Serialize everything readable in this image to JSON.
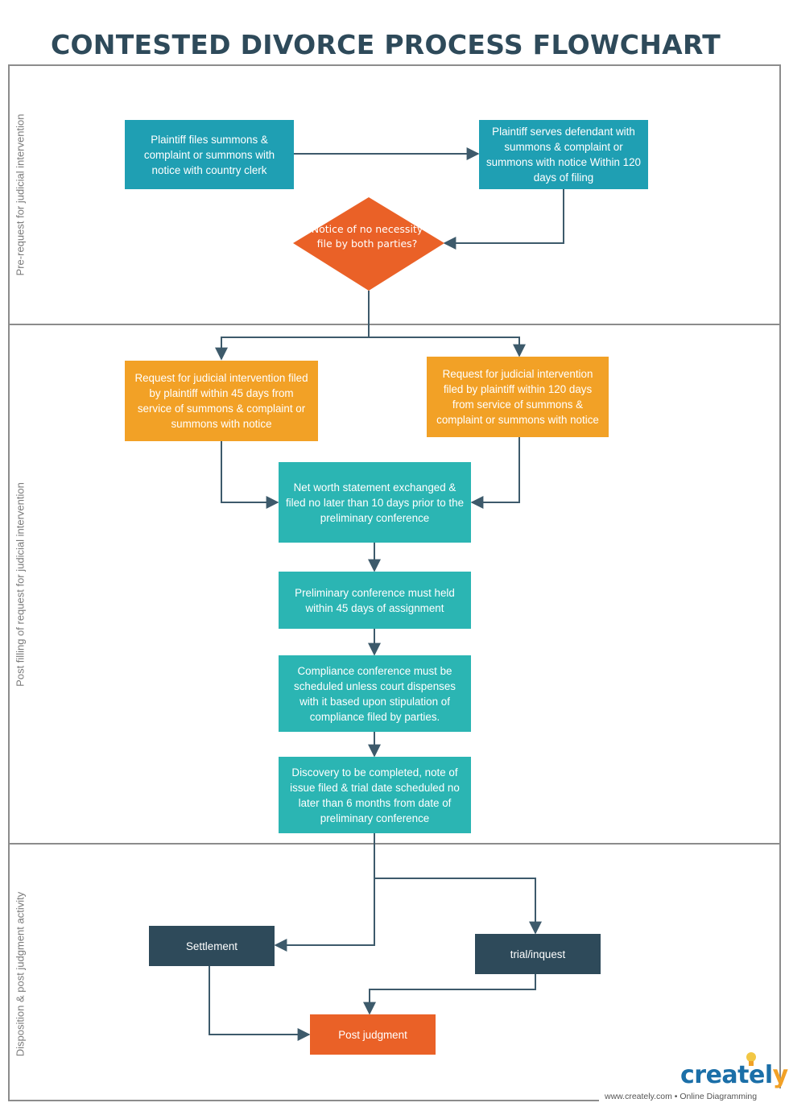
{
  "title": "CONTESTED DIVORCE PROCESS FLOWCHART",
  "lanes": [
    "Pre-request for judicial intervention",
    "Post filling of request for judicial intervention",
    "Disposition & post judgment activity"
  ],
  "nodes": {
    "plaintiff_files": "Plaintiff files summons & complaint or summons with notice with country clerk",
    "plaintiff_serves": "Plaintiff serves defendant with summons & complaint or summons with notice Within 120 days of filing",
    "decision_notice": "Notice of no necessity file  by both parties?",
    "rji_45": "Request for judicial intervention filed by plaintiff within 45 days from service of summons & complaint or summons with notice",
    "rji_120": "Request for judicial intervention filed by plaintiff within 120 days from service of summons & complaint or summons with notice",
    "net_worth": "Net worth statement exchanged & filed no later than 10 days prior to the preliminary conference",
    "preliminary": "Preliminary conference must held within 45 days of assignment",
    "compliance": "Compliance conference must be scheduled unless court dispenses with it based upon stipulation of compliance filed by parties.",
    "discovery": "Discovery to be completed, note of issue filed & trial date scheduled no later than 6 months from date of preliminary conference",
    "settlement": "Settlement",
    "trial": "trial/inquest",
    "post_judgment": "Post judgment"
  },
  "branding": {
    "logo_main": "createl",
    "logo_accent": "y",
    "footer": "www.creately.com • Online Diagramming"
  },
  "colors": {
    "teal_dark": "#1f9fb3",
    "teal": "#2bb5b3",
    "orange": "#f2a126",
    "navy": "#2e4a5a",
    "red_orange": "#ea6127",
    "connector": "#3d5a6b"
  }
}
